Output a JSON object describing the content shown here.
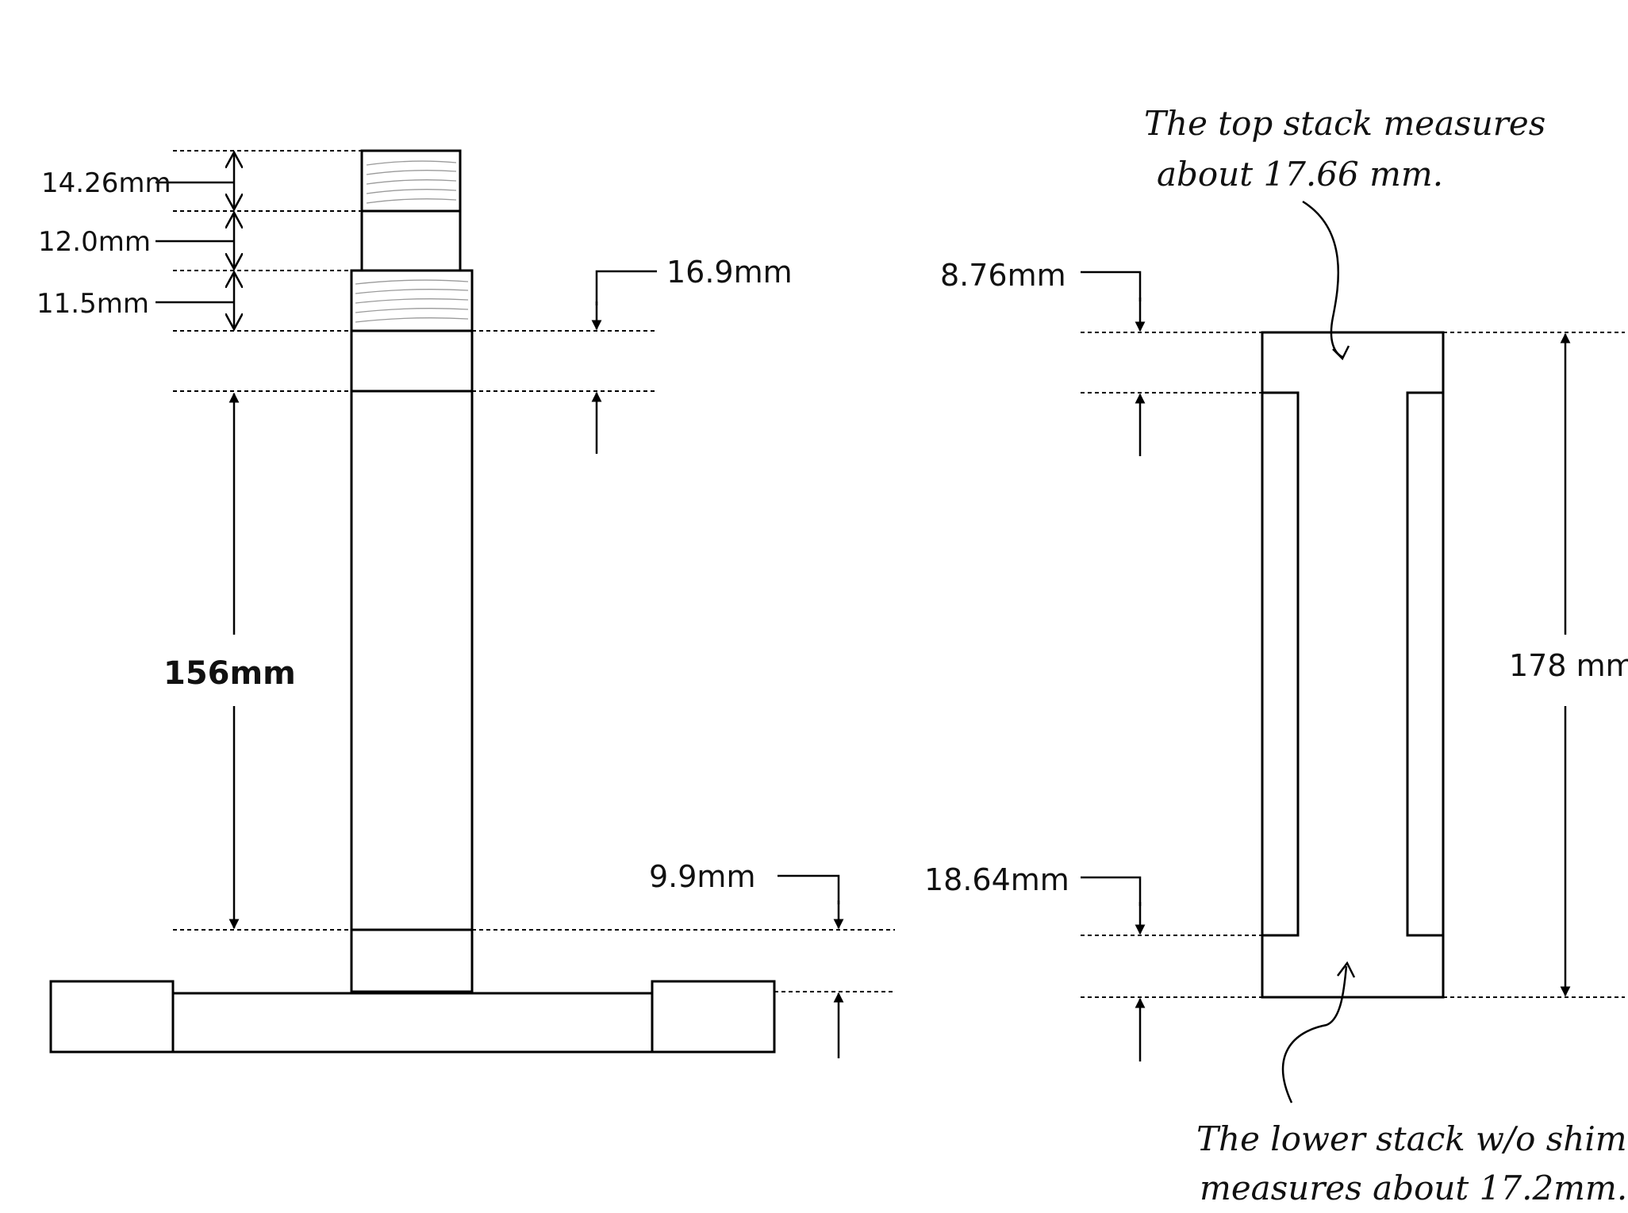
{
  "left_view": {
    "dims": {
      "d_14_26": "14.26mm",
      "d_12_0": "12.0mm",
      "d_11_5": "11.5mm",
      "d_16_9": "16.9mm",
      "d_156": "156mm",
      "d_9_9": "9.9mm"
    }
  },
  "right_view": {
    "dims": {
      "d_8_76": "8.76mm",
      "d_18_64": "18.64mm",
      "d_178": "178 mm"
    },
    "notes": {
      "top_line1": "The top stack measures",
      "top_line2": "about 17.66 mm.",
      "bottom_line1": "The lower stack w/o shim",
      "bottom_line2": "measures about 17.2mm."
    }
  },
  "colors": {
    "line": "#000000",
    "hatch": "#9a9a9a",
    "background": "#ffffff"
  }
}
